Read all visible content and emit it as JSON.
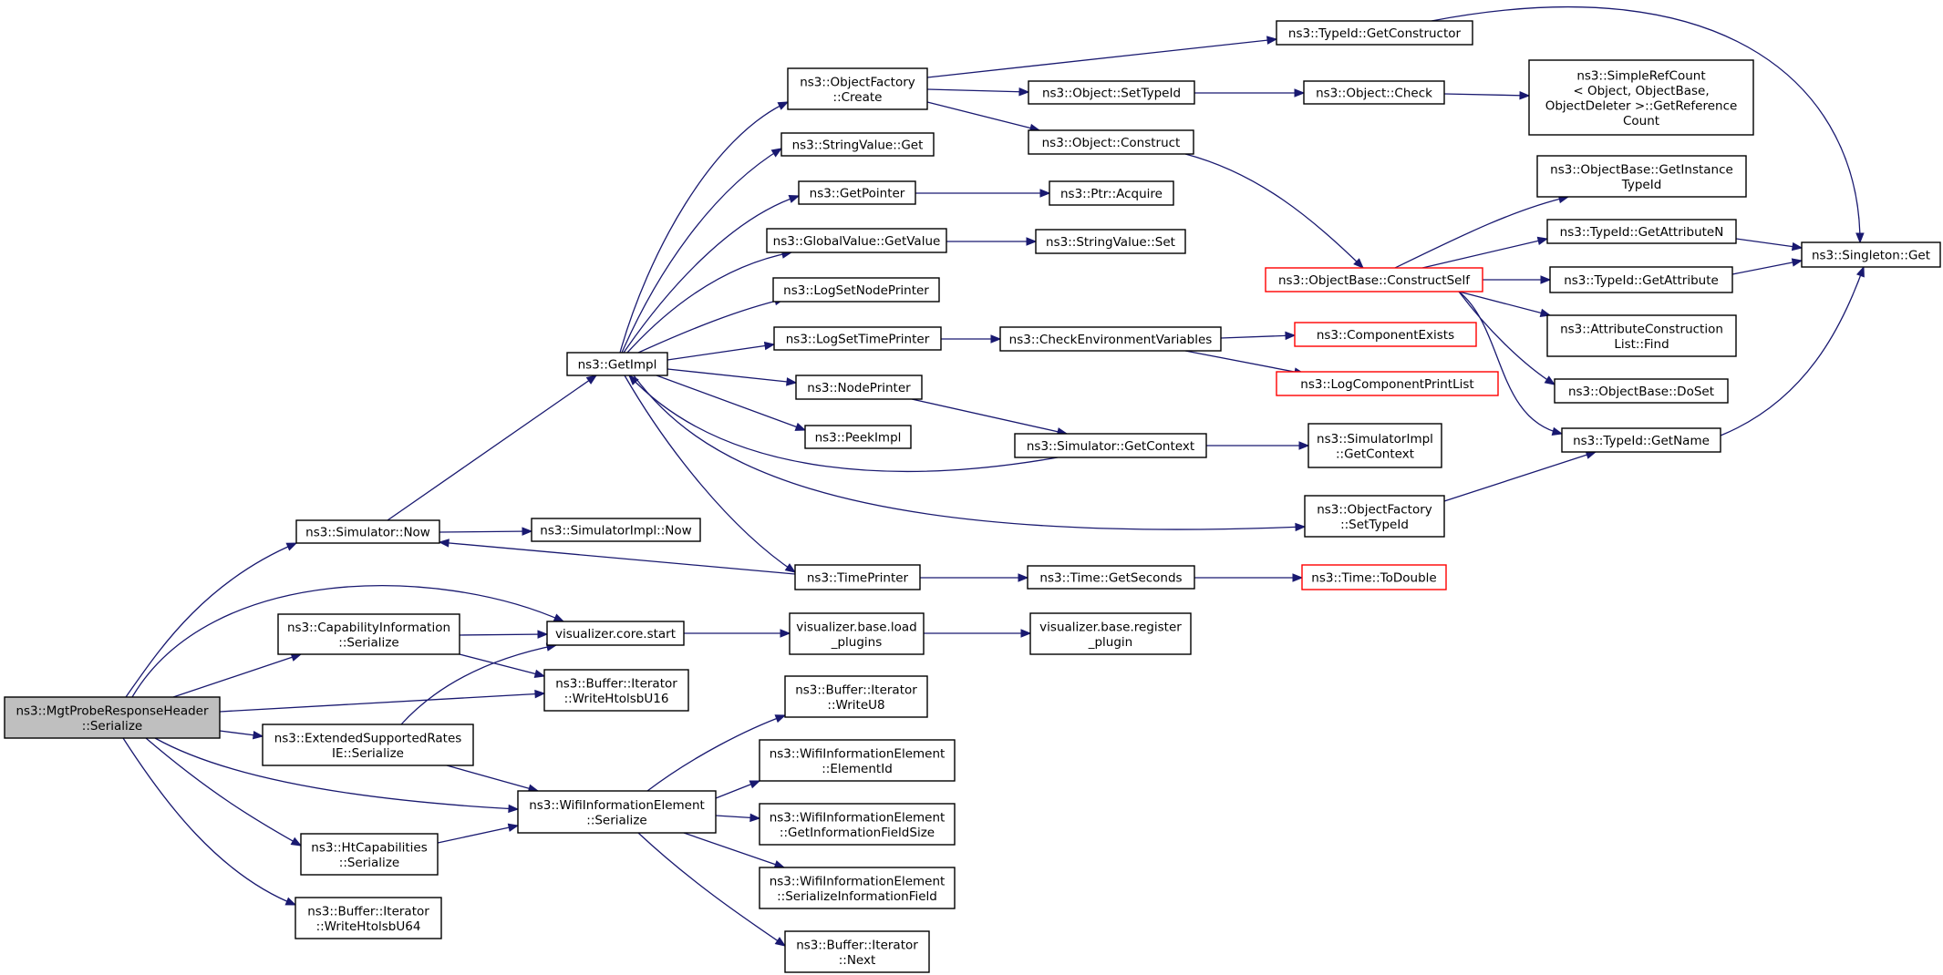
{
  "colors": {
    "edge": "#191970",
    "node_border": "#000000",
    "node_border_truncated": "#ff0000",
    "root_fill": "#bfbfbf",
    "node_fill": "#ffffff"
  },
  "nodes": [
    {
      "id": "root",
      "lines": [
        "ns3::MgtProbeResponseHeader",
        "::Serialize"
      ],
      "root": true
    },
    {
      "id": "sim_now",
      "lines": [
        "ns3::Simulator::Now"
      ]
    },
    {
      "id": "simimpl_now",
      "lines": [
        "ns3::SimulatorImpl::Now"
      ]
    },
    {
      "id": "getimpl",
      "lines": [
        "ns3::GetImpl"
      ]
    },
    {
      "id": "objfactory_create",
      "lines": [
        "ns3::ObjectFactory",
        "::Create"
      ]
    },
    {
      "id": "typeid_getconstructor",
      "lines": [
        "ns3::TypeId::GetConstructor"
      ]
    },
    {
      "id": "object_settypeid",
      "lines": [
        "ns3::Object::SetTypeId"
      ]
    },
    {
      "id": "object_check",
      "lines": [
        "ns3::Object::Check"
      ]
    },
    {
      "id": "simplerefcount",
      "lines": [
        "ns3::SimpleRefCount",
        "< Object, ObjectBase,",
        " ObjectDeleter >::GetReference",
        "Count"
      ]
    },
    {
      "id": "object_construct",
      "lines": [
        "ns3::Object::Construct"
      ]
    },
    {
      "id": "stringvalue_get",
      "lines": [
        "ns3::StringValue::Get"
      ]
    },
    {
      "id": "getpointer",
      "lines": [
        "ns3::GetPointer"
      ]
    },
    {
      "id": "ptr_acquire",
      "lines": [
        "ns3::Ptr::Acquire"
      ]
    },
    {
      "id": "globalvalue_getvalue",
      "lines": [
        "ns3::GlobalValue::GetValue"
      ]
    },
    {
      "id": "stringvalue_set",
      "lines": [
        "ns3::StringValue::Set"
      ]
    },
    {
      "id": "logsetnodeprinter",
      "lines": [
        "ns3::LogSetNodePrinter"
      ]
    },
    {
      "id": "logsettimeprinter",
      "lines": [
        "ns3::LogSetTimePrinter"
      ]
    },
    {
      "id": "checkenv",
      "lines": [
        "ns3::CheckEnvironmentVariables"
      ]
    },
    {
      "id": "componentexists",
      "lines": [
        "ns3::ComponentExists"
      ],
      "truncated": true
    },
    {
      "id": "logcomponentprintlist",
      "lines": [
        "ns3::LogComponentPrintList"
      ],
      "truncated": true
    },
    {
      "id": "nodeprinter",
      "lines": [
        "ns3::NodePrinter"
      ]
    },
    {
      "id": "peekimpl",
      "lines": [
        "ns3::PeekImpl"
      ]
    },
    {
      "id": "sim_getcontext",
      "lines": [
        "ns3::Simulator::GetContext"
      ]
    },
    {
      "id": "simimpl_getcontext",
      "lines": [
        "ns3::SimulatorImpl",
        "::GetContext"
      ]
    },
    {
      "id": "objbase_constructself",
      "lines": [
        "ns3::ObjectBase::ConstructSelf"
      ],
      "truncated": true
    },
    {
      "id": "objbase_getinstancetypeid",
      "lines": [
        "ns3::ObjectBase::GetInstance",
        "TypeId"
      ]
    },
    {
      "id": "typeid_getattributen",
      "lines": [
        "ns3::TypeId::GetAttributeN"
      ]
    },
    {
      "id": "typeid_getattribute",
      "lines": [
        "ns3::TypeId::GetAttribute"
      ]
    },
    {
      "id": "attrconstructionlist_find",
      "lines": [
        "ns3::AttributeConstruction",
        "List::Find"
      ]
    },
    {
      "id": "objbase_doset",
      "lines": [
        "ns3::ObjectBase::DoSet"
      ]
    },
    {
      "id": "typeid_getname",
      "lines": [
        "ns3::TypeId::GetName"
      ]
    },
    {
      "id": "singleton_get",
      "lines": [
        "ns3::Singleton::Get"
      ]
    },
    {
      "id": "objfactory_settypeid",
      "lines": [
        "ns3::ObjectFactory",
        "::SetTypeId"
      ]
    },
    {
      "id": "timeprinter",
      "lines": [
        "ns3::TimePrinter"
      ]
    },
    {
      "id": "time_getseconds",
      "lines": [
        "ns3::Time::GetSeconds"
      ]
    },
    {
      "id": "time_todouble",
      "lines": [
        "ns3::Time::ToDouble"
      ],
      "truncated": true
    },
    {
      "id": "capinfo_serialize",
      "lines": [
        "ns3::CapabilityInformation",
        "::Serialize"
      ]
    },
    {
      "id": "viz_core_start",
      "lines": [
        "visualizer.core.start"
      ]
    },
    {
      "id": "viz_base_loadplugins",
      "lines": [
        "visualizer.base.load",
        "_plugins"
      ]
    },
    {
      "id": "viz_base_registerplugin",
      "lines": [
        "visualizer.base.register",
        "_plugin"
      ]
    },
    {
      "id": "buf_writehtolsbu16",
      "lines": [
        "ns3::Buffer::Iterator",
        "::WriteHtolsbU16"
      ]
    },
    {
      "id": "extsupprates_serialize",
      "lines": [
        "ns3::ExtendedSupportedRates",
        "IE::Serialize"
      ]
    },
    {
      "id": "wifiie_serialize",
      "lines": [
        "ns3::WifiInformationElement",
        "::Serialize"
      ]
    },
    {
      "id": "buf_writeu8",
      "lines": [
        "ns3::Buffer::Iterator",
        "::WriteU8"
      ]
    },
    {
      "id": "wifiie_elementid",
      "lines": [
        "ns3::WifiInformationElement",
        "::ElementId"
      ]
    },
    {
      "id": "wifiie_getinfofieldsize",
      "lines": [
        "ns3::WifiInformationElement",
        "::GetInformationFieldSize"
      ]
    },
    {
      "id": "wifiie_serializeinfofield",
      "lines": [
        "ns3::WifiInformationElement",
        "::SerializeInformationField"
      ]
    },
    {
      "id": "buf_next",
      "lines": [
        "ns3::Buffer::Iterator",
        "::Next"
      ]
    },
    {
      "id": "htcap_serialize",
      "lines": [
        "ns3::HtCapabilities",
        "::Serialize"
      ]
    },
    {
      "id": "buf_writehtolsbu64",
      "lines": [
        "ns3::Buffer::Iterator",
        "::WriteHtolsbU64"
      ]
    }
  ],
  "edges": [
    {
      "from": "root",
      "to": "sim_now"
    },
    {
      "from": "root",
      "to": "viz_core_start"
    },
    {
      "from": "root",
      "to": "capinfo_serialize"
    },
    {
      "from": "root",
      "to": "buf_writehtolsbu16"
    },
    {
      "from": "root",
      "to": "extsupprates_serialize"
    },
    {
      "from": "root",
      "to": "wifiie_serialize"
    },
    {
      "from": "root",
      "to": "htcap_serialize"
    },
    {
      "from": "root",
      "to": "buf_writehtolsbu64"
    },
    {
      "from": "sim_now",
      "to": "getimpl"
    },
    {
      "from": "sim_now",
      "to": "simimpl_now"
    },
    {
      "from": "getimpl",
      "to": "objfactory_create"
    },
    {
      "from": "getimpl",
      "to": "stringvalue_get"
    },
    {
      "from": "getimpl",
      "to": "getpointer"
    },
    {
      "from": "getimpl",
      "to": "globalvalue_getvalue"
    },
    {
      "from": "getimpl",
      "to": "logsetnodeprinter"
    },
    {
      "from": "getimpl",
      "to": "logsettimeprinter"
    },
    {
      "from": "getimpl",
      "to": "nodeprinter"
    },
    {
      "from": "getimpl",
      "to": "peekimpl"
    },
    {
      "from": "getimpl",
      "to": "objfactory_settypeid"
    },
    {
      "from": "getimpl",
      "to": "timeprinter"
    },
    {
      "from": "objfactory_create",
      "to": "typeid_getconstructor"
    },
    {
      "from": "objfactory_create",
      "to": "object_settypeid"
    },
    {
      "from": "objfactory_create",
      "to": "object_construct"
    },
    {
      "from": "typeid_getconstructor",
      "to": "singleton_get"
    },
    {
      "from": "object_settypeid",
      "to": "object_check"
    },
    {
      "from": "object_check",
      "to": "simplerefcount"
    },
    {
      "from": "object_construct",
      "to": "objbase_constructself"
    },
    {
      "from": "getpointer",
      "to": "ptr_acquire"
    },
    {
      "from": "globalvalue_getvalue",
      "to": "stringvalue_set"
    },
    {
      "from": "logsettimeprinter",
      "to": "checkenv"
    },
    {
      "from": "checkenv",
      "to": "componentexists"
    },
    {
      "from": "checkenv",
      "to": "logcomponentprintlist"
    },
    {
      "from": "nodeprinter",
      "to": "sim_getcontext"
    },
    {
      "from": "sim_getcontext",
      "to": "getimpl"
    },
    {
      "from": "sim_getcontext",
      "to": "simimpl_getcontext"
    },
    {
      "from": "objbase_constructself",
      "to": "objbase_getinstancetypeid"
    },
    {
      "from": "objbase_constructself",
      "to": "typeid_getattributen"
    },
    {
      "from": "objbase_constructself",
      "to": "typeid_getattribute"
    },
    {
      "from": "objbase_constructself",
      "to": "attrconstructionlist_find"
    },
    {
      "from": "objbase_constructself",
      "to": "objbase_doset"
    },
    {
      "from": "objbase_constructself",
      "to": "typeid_getname"
    },
    {
      "from": "typeid_getattributen",
      "to": "singleton_get"
    },
    {
      "from": "typeid_getattribute",
      "to": "singleton_get"
    },
    {
      "from": "typeid_getname",
      "to": "singleton_get"
    },
    {
      "from": "objfactory_settypeid",
      "to": "typeid_getname"
    },
    {
      "from": "timeprinter",
      "to": "sim_now"
    },
    {
      "from": "timeprinter",
      "to": "time_getseconds"
    },
    {
      "from": "time_getseconds",
      "to": "time_todouble"
    },
    {
      "from": "capinfo_serialize",
      "to": "viz_core_start"
    },
    {
      "from": "capinfo_serialize",
      "to": "buf_writehtolsbu16"
    },
    {
      "from": "viz_core_start",
      "to": "viz_base_loadplugins"
    },
    {
      "from": "viz_base_loadplugins",
      "to": "viz_base_registerplugin"
    },
    {
      "from": "extsupprates_serialize",
      "to": "viz_core_start"
    },
    {
      "from": "extsupprates_serialize",
      "to": "wifiie_serialize"
    },
    {
      "from": "wifiie_serialize",
      "to": "buf_writeu8"
    },
    {
      "from": "wifiie_serialize",
      "to": "wifiie_elementid"
    },
    {
      "from": "wifiie_serialize",
      "to": "wifiie_getinfofieldsize"
    },
    {
      "from": "wifiie_serialize",
      "to": "wifiie_serializeinfofield"
    },
    {
      "from": "wifiie_serialize",
      "to": "buf_next"
    },
    {
      "from": "htcap_serialize",
      "to": "wifiie_serialize"
    }
  ]
}
